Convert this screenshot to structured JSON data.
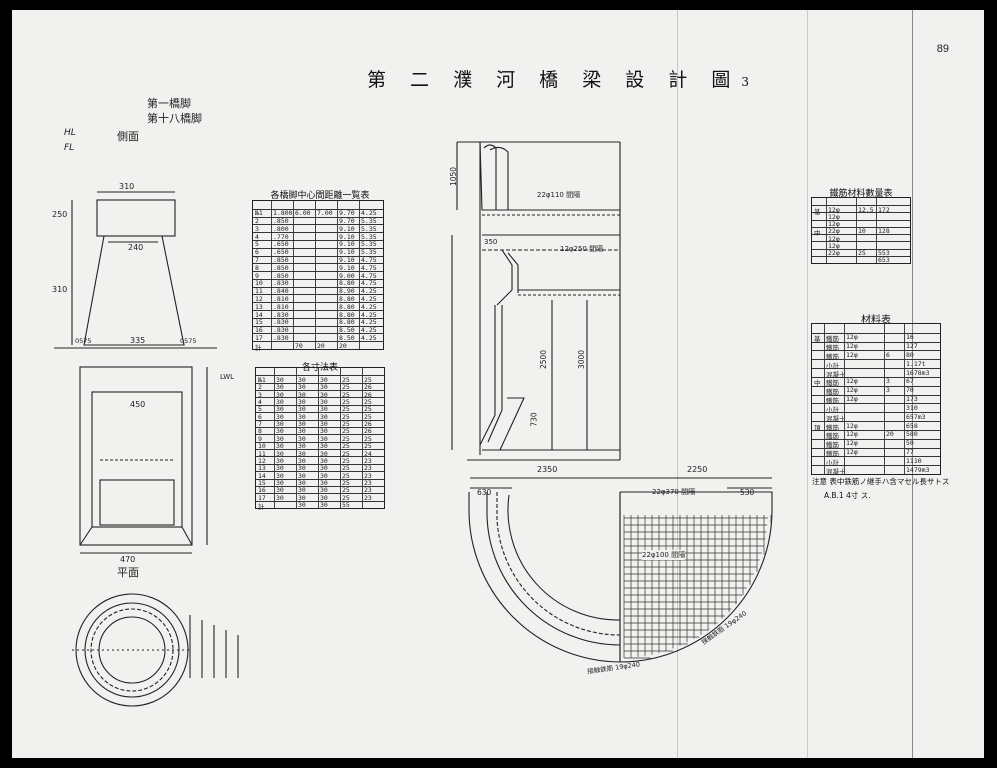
{
  "page": {
    "title": "第 二 濮 河 橋 梁 設 計 圖",
    "title_suffix": "3",
    "page_number": "89"
  },
  "pier_elevation": {
    "heading_line1": "第一橋脚",
    "heading_line2": "第十八橋脚",
    "side_view_label": "側面",
    "hl_label": "HL",
    "fl_label": "FL",
    "dim_top": "310",
    "dim_mid": "240",
    "dim_base": "335",
    "dim_left_top": "250",
    "dim_left_mid": "310",
    "dim_left_small1": "0575",
    "dim_left_small2": "0575",
    "dim_plan_450": "450",
    "dim_plan_bottom": "470",
    "lwl_label": "LWL",
    "plan_label": "平面"
  },
  "table_footing": {
    "title": "各橋脚中心間距離一覧表",
    "rows": [
      [
        "№1",
        "1.800",
        "6.00",
        "7.00",
        "9.70",
        "4.25"
      ],
      [
        "2",
        ".850",
        "",
        "",
        "9.70",
        "5.35"
      ],
      [
        "3",
        ".800",
        "",
        "",
        "9.10",
        "5.35"
      ],
      [
        "4",
        ".770",
        "",
        "",
        "9.10",
        "5.35"
      ],
      [
        "5",
        ".650",
        "",
        "",
        "9.10",
        "5.35"
      ],
      [
        "6",
        ".650",
        "",
        "",
        "9.10",
        "5.35"
      ],
      [
        "7",
        ".850",
        "",
        "",
        "9.10",
        "4.75"
      ],
      [
        "8",
        ".850",
        "",
        "",
        "9.10",
        "4.75"
      ],
      [
        "9",
        ".850",
        "",
        "",
        "9.00",
        "4.75"
      ],
      [
        "10",
        ".830",
        "",
        "",
        "8.80",
        "4.75"
      ],
      [
        "11",
        ".840",
        "",
        "",
        "8.90",
        "4.25"
      ],
      [
        "12",
        ".810",
        "",
        "",
        "8.80",
        "4.25"
      ],
      [
        "13",
        ".810",
        "",
        "",
        "8.80",
        "4.25"
      ],
      [
        "14",
        ".830",
        "",
        "",
        "8.80",
        "4.25"
      ],
      [
        "15",
        ".830",
        "",
        "",
        "8.80",
        "4.25"
      ],
      [
        "16",
        ".830",
        "",
        "",
        "8.50",
        "4.25"
      ],
      [
        "17",
        ".830",
        "",
        "",
        "8.50",
        "4.25"
      ]
    ],
    "total_label": "計",
    "total_values": [
      "70",
      "20",
      "20"
    ]
  },
  "table_second": {
    "title": "各寸法表",
    "rows": [
      [
        "№1",
        "30",
        "30",
        "30",
        "25",
        "25"
      ],
      [
        "2",
        "30",
        "30",
        "30",
        "25",
        "26"
      ],
      [
        "3",
        "30",
        "30",
        "30",
        "25",
        "26"
      ],
      [
        "4",
        "30",
        "30",
        "30",
        "25",
        "25"
      ],
      [
        "5",
        "30",
        "30",
        "30",
        "25",
        "25"
      ],
      [
        "6",
        "30",
        "30",
        "30",
        "25",
        "25"
      ],
      [
        "7",
        "30",
        "30",
        "30",
        "25",
        "26"
      ],
      [
        "8",
        "30",
        "30",
        "30",
        "25",
        "26"
      ],
      [
        "9",
        "30",
        "30",
        "30",
        "25",
        "25"
      ],
      [
        "10",
        "30",
        "30",
        "30",
        "25",
        "25"
      ],
      [
        "11",
        "30",
        "30",
        "30",
        "25",
        "24"
      ],
      [
        "12",
        "30",
        "30",
        "30",
        "25",
        "23"
      ],
      [
        "13",
        "30",
        "30",
        "30",
        "25",
        "23"
      ],
      [
        "14",
        "30",
        "30",
        "30",
        "25",
        "23"
      ],
      [
        "15",
        "30",
        "30",
        "30",
        "25",
        "23"
      ],
      [
        "16",
        "30",
        "30",
        "30",
        "25",
        "23"
      ],
      [
        "17",
        "30",
        "30",
        "30",
        "25",
        "23"
      ]
    ],
    "total_label": "計",
    "total_values": [
      "30",
      "30",
      "55"
    ]
  },
  "section": {
    "dim_1050": "1050",
    "dim_350": "350",
    "dim_3000": "3000",
    "dim_2500": "2500",
    "dim_730": "730",
    "bar_label_1": "22φ110 間隔",
    "bar_label_2": "12φ250 間隔",
    "dim_2350": "2350",
    "dim_2250": "2250",
    "dim_630": "630",
    "dim_530": "530",
    "bar_label_3": "22φ370 間隔",
    "mesh_label": "22φ100 間隔",
    "curve_label_1": "接触鉄筋 19φ240",
    "curve_label_2": "接触鉄筋 19φ240"
  },
  "table_rebar": {
    "title": "鐵筋材料數量表",
    "rows": [
      [
        "基",
        "12φ",
        "12.5",
        "172"
      ],
      [
        "",
        "12φ",
        "",
        ""
      ],
      [
        "",
        "12φ",
        "",
        ""
      ],
      [
        "中",
        "22φ",
        "10",
        "128"
      ],
      [
        "",
        "12φ",
        "",
        ""
      ],
      [
        "",
        "12φ",
        "",
        ""
      ],
      [
        "",
        "22φ",
        "25",
        "553"
      ],
      [
        "",
        "",
        "",
        "653"
      ]
    ]
  },
  "table_materials": {
    "title": "材料表",
    "rows": [
      [
        "基",
        "鐵筋",
        "12φ",
        "",
        "16"
      ],
      [
        "",
        "鐵筋",
        "12φ",
        "",
        "127"
      ],
      [
        "",
        "鐵筋",
        "12φ",
        "6",
        "80"
      ],
      [
        "",
        "小計",
        "",
        "",
        "1.17t"
      ],
      [
        "",
        "混凝土",
        "",
        "",
        "1678m3"
      ],
      [
        "中",
        "鐵筋",
        "12φ",
        "3",
        "67"
      ],
      [
        "",
        "鐵筋",
        "12φ",
        "3",
        "70"
      ],
      [
        "",
        "鐵筋",
        "12φ",
        "",
        "173"
      ],
      [
        "",
        "小計",
        "",
        "",
        "310"
      ],
      [
        "",
        "混凝土",
        "",
        "",
        "657m3"
      ],
      [
        "頂",
        "鐵筋",
        "12φ",
        "",
        "658"
      ],
      [
        "",
        "鐵筋",
        "12φ",
        "20",
        "580"
      ],
      [
        "",
        "鐵筋",
        "12φ",
        "",
        "50"
      ],
      [
        "",
        "鐵筋",
        "12φ",
        "",
        "77"
      ],
      [
        "",
        "小計",
        "",
        "",
        "1110"
      ],
      [
        "",
        "混凝土",
        "",
        "",
        "1479m3"
      ]
    ],
    "note": "注意 表中鉄筋ノ継手ハ含マセル長サトス",
    "note2": "A.B.1 4寸 ス."
  }
}
